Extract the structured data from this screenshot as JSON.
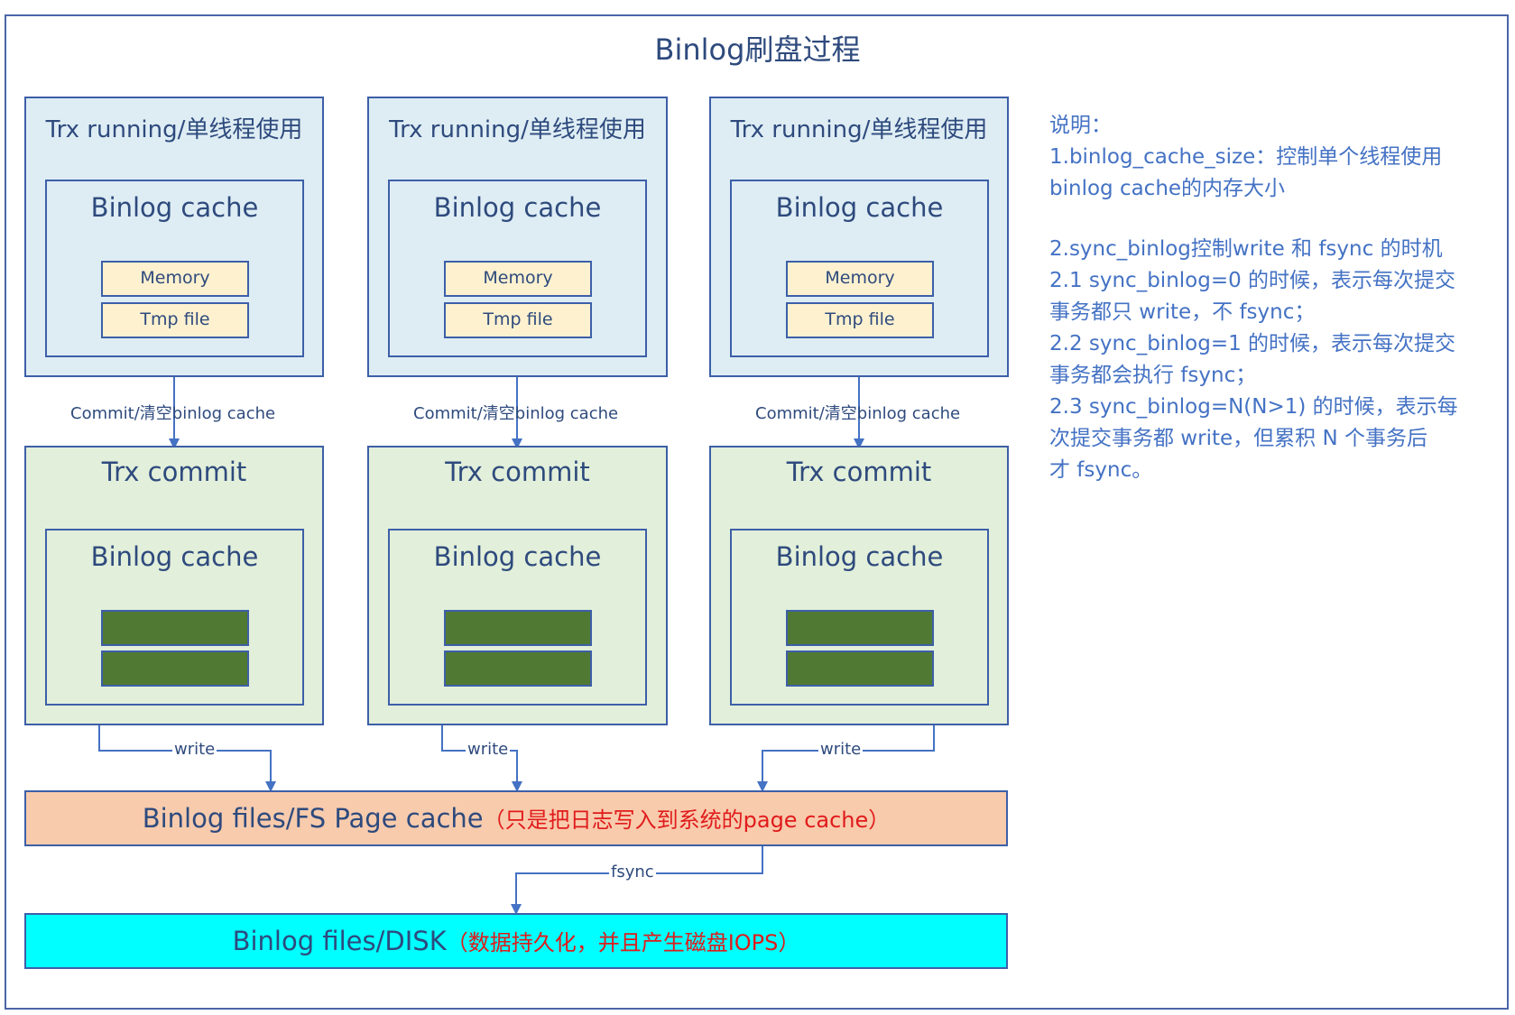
{
  "title": "Binlog刷盘过程",
  "columns": [
    {
      "running_title": "Trx running/单线程使用",
      "running_cache_title": "Binlog cache",
      "memory_label": "Memory",
      "tmpfile_label": "Tmp file",
      "commit_arrow_label": "Commit/清空binlog cache",
      "commit_title": "Trx commit",
      "commit_cache_title": "Binlog cache",
      "write_label": "write"
    },
    {
      "running_title": "Trx running/单线程使用",
      "running_cache_title": "Binlog cache",
      "memory_label": "Memory",
      "tmpfile_label": "Tmp file",
      "commit_arrow_label": "Commit/清空binlog cache",
      "commit_title": "Trx commit",
      "commit_cache_title": "Binlog cache",
      "write_label": "write"
    },
    {
      "running_title": "Trx running/单线程使用",
      "running_cache_title": "Binlog cache",
      "memory_label": "Memory",
      "tmpfile_label": "Tmp file",
      "commit_arrow_label": "Commit/清空binlog cache",
      "commit_title": "Trx commit",
      "commit_cache_title": "Binlog cache",
      "write_label": "write"
    }
  ],
  "page_cache": {
    "label": "Binlog files/FS Page cache",
    "note": "（只是把日志写入到系统的page cache）"
  },
  "fsync_label": "fsync",
  "disk": {
    "label": "Binlog files/DISK",
    "note": "（数据持久化，并且产生磁盘IOPS）"
  },
  "notes": {
    "heading": "说明：",
    "lines_1": [
      "1.binlog_cache_size：控制单个线程使用",
      "binlog cache的内存大小"
    ],
    "lines_2": [
      "2.sync_binlog控制write 和 fsync 的时机",
      "2.1 sync_binlog=0 的时候，表示每次提交",
      "事务都只 write，不 fsync；",
      "2.2 sync_binlog=1 的时候，表示每次提交",
      "事务都会执行 fsync；",
      "2.3 sync_binlog=N(N>1) 的时候，表示每",
      "次提交事务都 write，但累积 N 个事务后",
      "才 fsync。"
    ]
  },
  "colors": {
    "border": "#3d5fa8",
    "running_bg": "#deedf4",
    "commit_bg": "#e2efda",
    "chip_bg": "#fdf1cf",
    "bar_bg": "#507a33",
    "page_cache_bg": "#f8cbad",
    "disk_bg": "#00ffff",
    "note_text": "#4472c4",
    "emphasis_red": "#e01b1b"
  }
}
